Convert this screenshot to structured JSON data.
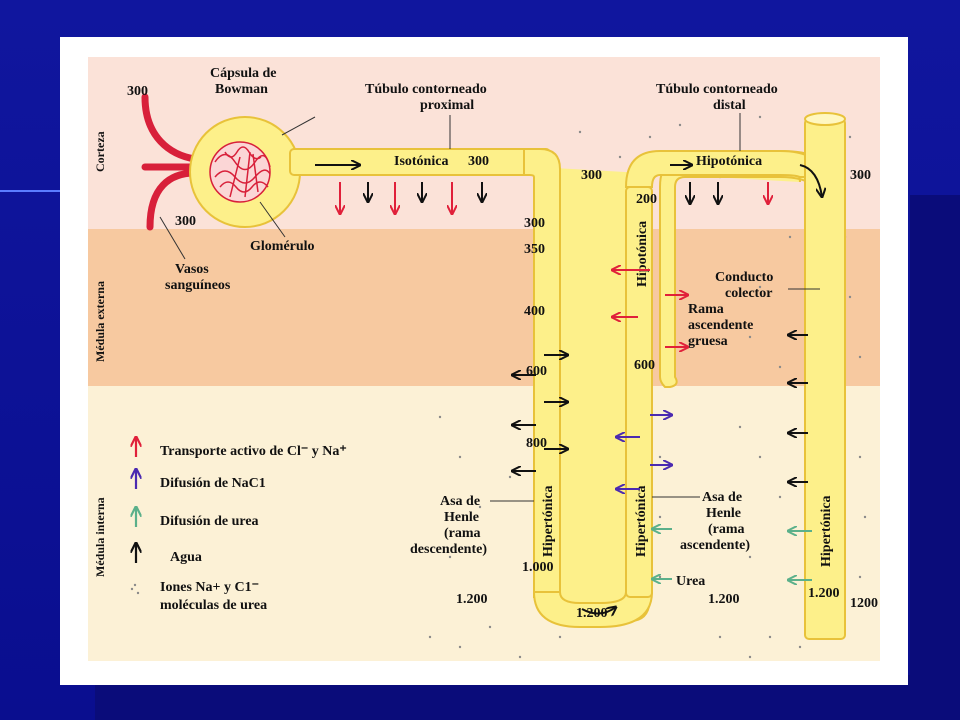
{
  "zones": {
    "cortex": "Corteza",
    "outer_medulla": "Médula externa",
    "inner_medulla": "Médula interna"
  },
  "labels": {
    "bowman": [
      "Cápsula de",
      "Bowman"
    ],
    "proximal": [
      "Túbulo contorneado",
      "proximal"
    ],
    "distal": [
      "Túbulo contorneado",
      "distal"
    ],
    "glomerulo": "Glomérulo",
    "vasos": [
      "Vasos",
      "sanguíneos"
    ],
    "conducto": [
      "Conducto",
      "colector"
    ],
    "rama_gruesa": [
      "Rama",
      "ascendente",
      "gruesa"
    ],
    "asa_desc": [
      "Asa de",
      "Henle",
      "(rama",
      "descendente)"
    ],
    "asa_asc": [
      "Asa de",
      "Henle",
      "(rama",
      "ascendente)"
    ],
    "urea": "Urea",
    "isotonica": "Isotónica",
    "hipotonica_top": "Hipotónica",
    "hipotonica_vert": "Hipotónica",
    "hipertonica_desc": "Hipertónica",
    "hipertonica_asc": "Hipertónica",
    "hipertonica_col": "Hipertónica"
  },
  "numbers": {
    "n300_vasos": "300",
    "n300_glom": "300",
    "n300_prox": "300",
    "n300_mid": "300",
    "n300_right": "300",
    "n300_desc": "300",
    "n350": "350",
    "n400": "400",
    "n600_desc": "600",
    "n800": "800",
    "n1000": "1.000",
    "n1200_left": "1.200",
    "n1200_bottom": "1.200",
    "n1200_mid": "1.200",
    "n1200_col": "1.200",
    "n1200_right": "1200",
    "n200": "200",
    "n600_asc": "600"
  },
  "legend": {
    "active": "Transporte activo de Cl⁻ y Na⁺",
    "nacl": "Difusión de NaC1",
    "urea": "Difusión de urea",
    "agua": "Agua",
    "iones_1": "Iones Na+ y C1⁻",
    "iones_2": "moléculas de urea"
  },
  "colors": {
    "cortex": "#fbe2d8",
    "outer_medulla": "#f7c9a0",
    "inner_medulla": "#fcf1d6",
    "tubule": "#fdf08a",
    "tubule_edge": "#e8c23a",
    "red": "#e0203a",
    "purple": "#4b2ab0",
    "green": "#5bb08a",
    "black": "#111111"
  }
}
